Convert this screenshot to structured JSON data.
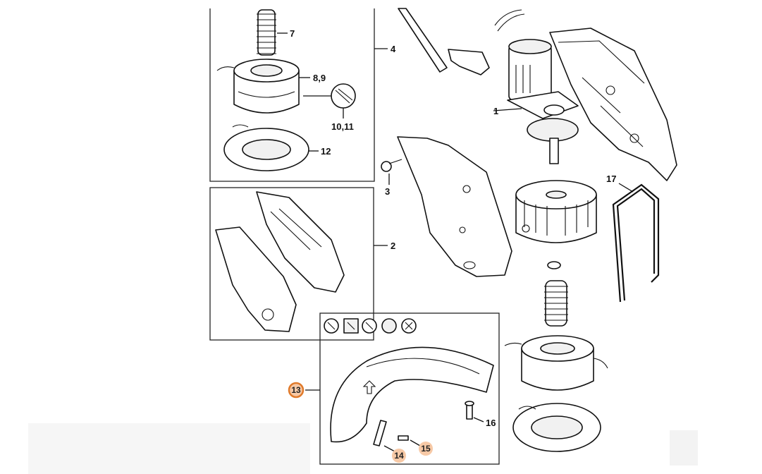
{
  "callouts": {
    "c1": "1",
    "c2": "2",
    "c3": "3",
    "c4": "4",
    "c7": "7",
    "c89": "8,9",
    "c1011": "10,11",
    "c12": "12",
    "c13": "13",
    "c14": "14",
    "c15": "15",
    "c16": "16",
    "c17": "17"
  },
  "colors": {
    "line": "#111111",
    "highlight_ring": "#e07a2b",
    "highlight_fill": "#f7c9a6"
  },
  "icons": [
    "cut-protect-icon",
    "hatched-square-icon",
    "tools-icon",
    "gear-icon",
    "cross-circle-icon"
  ]
}
